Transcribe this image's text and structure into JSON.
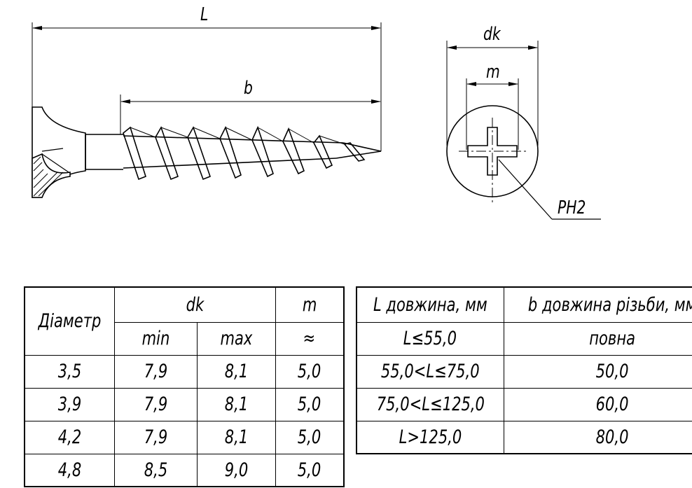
{
  "drawing": {
    "dim_length": "L",
    "dim_thread": "b",
    "dim_head": "dk",
    "dim_recess": "m",
    "drive_label": "PH2"
  },
  "size_table": {
    "h_diameter": "Діаметр",
    "h_dk": "dk",
    "h_m": "m",
    "h_min": "min",
    "h_max": "max",
    "h_approx": "≈",
    "rows": [
      {
        "d": "3,5",
        "min": "7,9",
        "max": "8,1",
        "m": "5,0"
      },
      {
        "d": "3,9",
        "min": "7,9",
        "max": "8,1",
        "m": "5,0"
      },
      {
        "d": "4,2",
        "min": "7,9",
        "max": "8,1",
        "m": "5,0"
      },
      {
        "d": "4,8",
        "min": "8,5",
        "max": "9,0",
        "m": "5,0"
      }
    ]
  },
  "thread_table": {
    "h_length": "L довжина, мм",
    "h_thread": "b довжина різьби, мм",
    "rows": [
      {
        "L": "L≤55,0",
        "b": "повна"
      },
      {
        "L": "55,0<L≤75,0",
        "b": "50,0"
      },
      {
        "L": "75,0<L≤125,0",
        "b": "60,0"
      },
      {
        "L": "L>125,0",
        "b": "80,0"
      }
    ]
  }
}
